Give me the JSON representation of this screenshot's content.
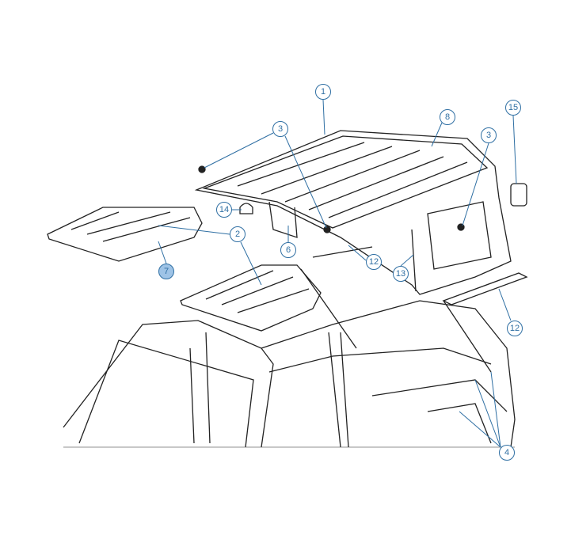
{
  "diagram": {
    "title": "Hardtop roof assembly exploded view",
    "callouts": [
      {
        "label": "1"
      },
      {
        "label": "8"
      },
      {
        "label": "3"
      },
      {
        "label": "3"
      },
      {
        "label": "15"
      },
      {
        "label": "14"
      },
      {
        "label": "2"
      },
      {
        "label": "6"
      },
      {
        "label": "7",
        "highlighted": true
      },
      {
        "label": "12"
      },
      {
        "label": "13"
      },
      {
        "label": "12"
      },
      {
        "label": "4"
      }
    ],
    "colors": {
      "line": "#222222",
      "callout": "#2f6fa3",
      "highlight": "#9ec3e6"
    }
  }
}
